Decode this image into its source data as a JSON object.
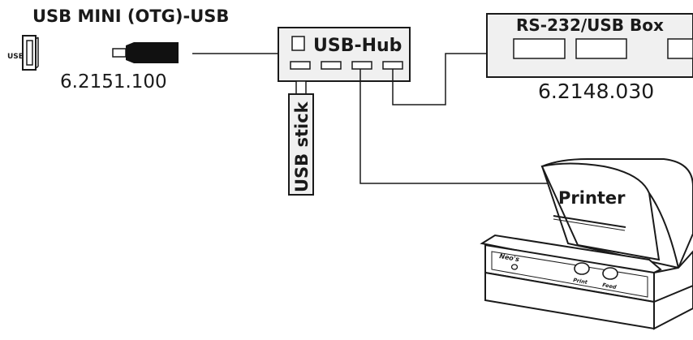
{
  "cable": {
    "title": "USB MINI (OTG)-USB",
    "part_number": "6.2151.100",
    "port_label": "USB"
  },
  "hub": {
    "label": "USB-Hub"
  },
  "stick": {
    "label": "USB stick"
  },
  "rs232_box": {
    "label": "RS-232/USB Box",
    "part_number": "6.2148.030"
  },
  "printer": {
    "label": "Printer",
    "brand": "Neo's",
    "buttons": [
      "Print",
      "Feed"
    ]
  },
  "colors": {
    "line": "#1a1a1a",
    "box_fill": "#f0f0f0",
    "plug_fill": "#111111"
  }
}
